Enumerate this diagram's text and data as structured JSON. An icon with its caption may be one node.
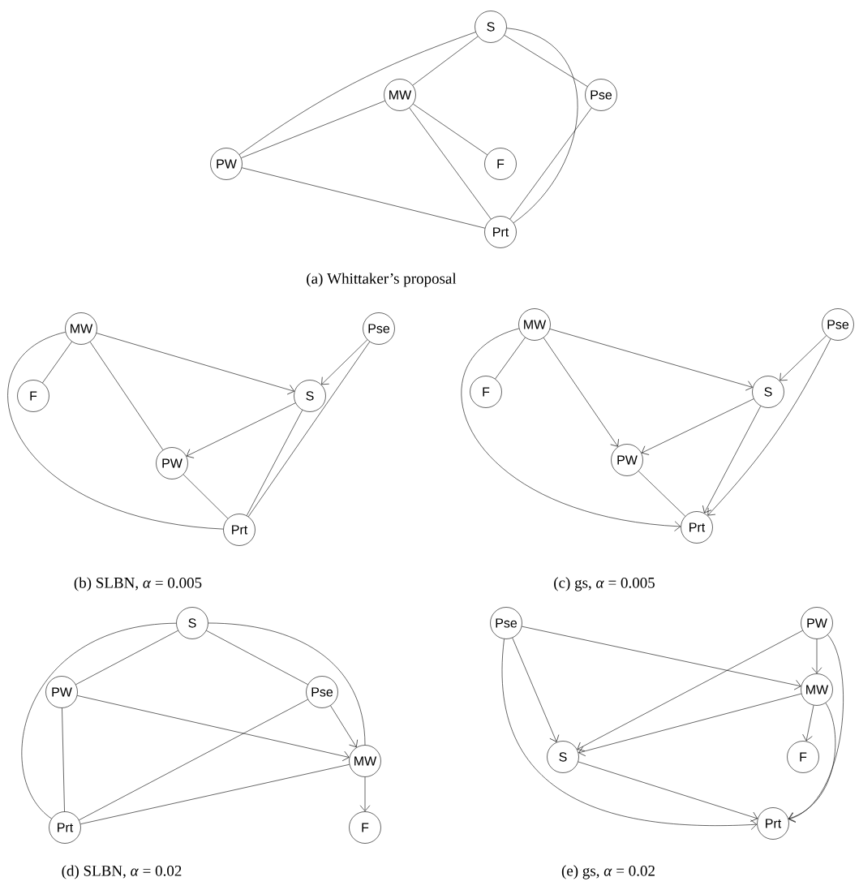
{
  "diagram": {
    "nodes": [
      {
        "text": [
          "S"
        ]
      },
      {
        "text": [
          "MW"
        ]
      },
      {
        "text": [
          "Pse"
        ]
      },
      {
        "text": [
          "PW"
        ]
      },
      {
        "text": [
          "F"
        ]
      },
      {
        "text": [
          "Prt"
        ]
      },
      {
        "text": [
          "MW"
        ]
      },
      {
        "text": [
          "Pse"
        ]
      },
      {
        "text": [
          "F"
        ]
      },
      {
        "text": [
          "S"
        ]
      },
      {
        "text": [
          "PW"
        ]
      },
      {
        "text": [
          "Prt"
        ]
      },
      {
        "text": [
          "MW"
        ]
      },
      {
        "text": [
          "Pse"
        ]
      },
      {
        "text": [
          "F"
        ]
      },
      {
        "text": [
          "S"
        ]
      },
      {
        "text": [
          "PW"
        ]
      },
      {
        "text": [
          "Prt"
        ]
      },
      {
        "text": [
          "S"
        ]
      },
      {
        "text": [
          "PW"
        ]
      },
      {
        "text": [
          "Pse"
        ]
      },
      {
        "text": [
          "MW"
        ]
      },
      {
        "text": [
          "Prt"
        ]
      },
      {
        "text": [
          "F"
        ]
      },
      {
        "text": [
          "Pse"
        ]
      },
      {
        "text": [
          "PW"
        ]
      },
      {
        "text": [
          "MW"
        ]
      },
      {
        "text": [
          "S"
        ]
      },
      {
        "text": [
          "F"
        ]
      },
      {
        "text": [
          "Prt"
        ]
      }
    ],
    "edges": [
      {
        "from": 0,
        "to": 3,
        "arrow": "none"
      },
      {
        "from": 0,
        "to": 1,
        "arrow": "none"
      },
      {
        "from": 0,
        "to": 2,
        "arrow": "none"
      },
      {
        "from": 0,
        "to": 5,
        "arrow": "none"
      },
      {
        "from": 1,
        "to": 3,
        "arrow": "none"
      },
      {
        "from": 1,
        "to": 4,
        "arrow": "none"
      },
      {
        "from": 1,
        "to": 5,
        "arrow": "none"
      },
      {
        "from": 2,
        "to": 5,
        "arrow": "none"
      },
      {
        "from": 3,
        "to": 5,
        "arrow": "none"
      },
      {
        "from": 6,
        "to": 9,
        "arrow": "to"
      },
      {
        "from": 7,
        "to": 9,
        "arrow": "to"
      },
      {
        "from": 6,
        "to": 8,
        "arrow": "none"
      },
      {
        "from": 6,
        "to": 10,
        "arrow": "none"
      },
      {
        "from": 6,
        "to": 11,
        "arrow": "none"
      },
      {
        "from": 9,
        "to": 10,
        "arrow": "to"
      },
      {
        "from": 9,
        "to": 11,
        "arrow": "none"
      },
      {
        "from": 7,
        "to": 11,
        "arrow": "none"
      },
      {
        "from": 10,
        "to": 11,
        "arrow": "none"
      },
      {
        "from": 12,
        "to": 15,
        "arrow": "to"
      },
      {
        "from": 13,
        "to": 15,
        "arrow": "to"
      },
      {
        "from": 12,
        "to": 14,
        "arrow": "none"
      },
      {
        "from": 12,
        "to": 16,
        "arrow": "to"
      },
      {
        "from": 12,
        "to": 17,
        "arrow": "to"
      },
      {
        "from": 15,
        "to": 16,
        "arrow": "to"
      },
      {
        "from": 15,
        "to": 17,
        "arrow": "to"
      },
      {
        "from": 13,
        "to": 17,
        "arrow": "to"
      },
      {
        "from": 16,
        "to": 17,
        "arrow": "none"
      },
      {
        "from": 18,
        "to": 19,
        "arrow": "none"
      },
      {
        "from": 18,
        "to": 20,
        "arrow": "none"
      },
      {
        "from": 18,
        "to": 22,
        "arrow": "none"
      },
      {
        "from": 18,
        "to": 21,
        "arrow": "none"
      },
      {
        "from": 19,
        "to": 21,
        "arrow": "to"
      },
      {
        "from": 19,
        "to": 22,
        "arrow": "none"
      },
      {
        "from": 20,
        "to": 21,
        "arrow": "to"
      },
      {
        "from": 20,
        "to": 22,
        "arrow": "none"
      },
      {
        "from": 22,
        "to": 21,
        "arrow": "none"
      },
      {
        "from": 21,
        "to": 23,
        "arrow": "to"
      },
      {
        "from": 24,
        "to": 26,
        "arrow": "to"
      },
      {
        "from": 24,
        "to": 27,
        "arrow": "to"
      },
      {
        "from": 24,
        "to": 29,
        "arrow": "to"
      },
      {
        "from": 25,
        "to": 27,
        "arrow": "to"
      },
      {
        "from": 25,
        "to": 26,
        "arrow": "to"
      },
      {
        "from": 25,
        "to": 29,
        "arrow": "to"
      },
      {
        "from": 26,
        "to": 27,
        "arrow": "to"
      },
      {
        "from": 26,
        "to": 28,
        "arrow": "to"
      },
      {
        "from": 26,
        "to": 29,
        "arrow": "to"
      },
      {
        "from": 27,
        "to": 29,
        "arrow": "to"
      }
    ],
    "labels": [
      "(a) Whittaker’s proposal",
      "(b) SLBN, *α* = 0.005",
      "(c) gs, *α* = 0.005",
      "(d) SLBN, *α* = 0.02",
      "(e) gs, *α* = 0.02"
    ]
  }
}
